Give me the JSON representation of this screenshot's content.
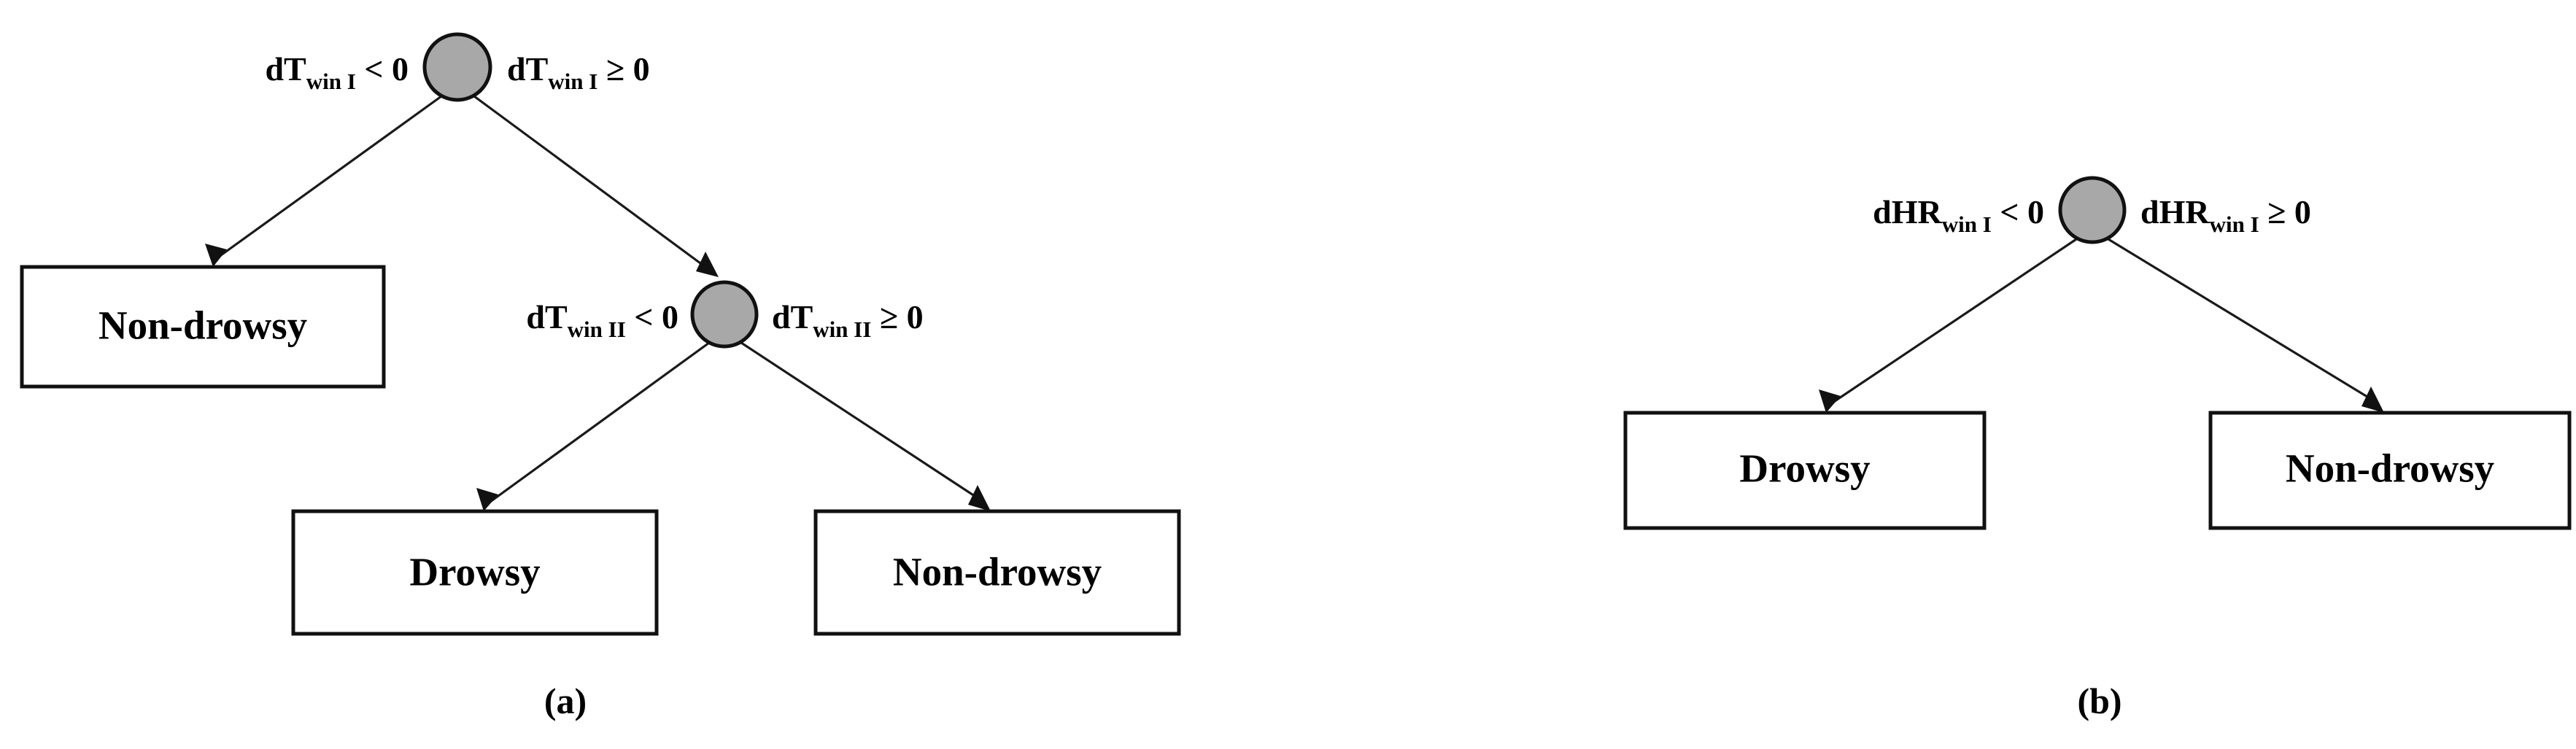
{
  "figure": {
    "background_color": "#ffffff",
    "node_fill_color": "#a8a8a8",
    "node_stroke_color": "#111111",
    "box_stroke_color": "#111111",
    "edge_color": "#1a1a1a",
    "text_color": "#000000"
  },
  "panels": [
    {
      "id": "panel-a",
      "caption": "(a)",
      "decision_nodes": [
        {
          "id": "a-root",
          "left_label_main": "dT",
          "left_label_sub": "win I",
          "left_label_op": " < 0",
          "right_label_main": "dT",
          "right_label_sub": "win I",
          "right_label_op": " ≥ 0"
        },
        {
          "id": "a-node2",
          "left_label_main": "dT",
          "left_label_sub": "win II",
          "left_label_op": " < 0",
          "right_label_main": "dT",
          "right_label_sub": "win II",
          "right_label_op": " ≥ 0"
        }
      ],
      "leaves": [
        {
          "id": "a-leaf-1",
          "label": "Non-drowsy"
        },
        {
          "id": "a-leaf-2",
          "label": "Drowsy"
        },
        {
          "id": "a-leaf-3",
          "label": "Non-drowsy"
        }
      ]
    },
    {
      "id": "panel-b",
      "caption": "(b)",
      "decision_nodes": [
        {
          "id": "b-root",
          "left_label_main": "dHR",
          "left_label_sub": "win I",
          "left_label_op": " < 0",
          "right_label_main": "dHR",
          "right_label_sub": "win I",
          "right_label_op": " ≥ 0"
        }
      ],
      "leaves": [
        {
          "id": "b-leaf-1",
          "label": "Drowsy"
        },
        {
          "id": "b-leaf-2",
          "label": "Non-drowsy"
        }
      ]
    }
  ]
}
